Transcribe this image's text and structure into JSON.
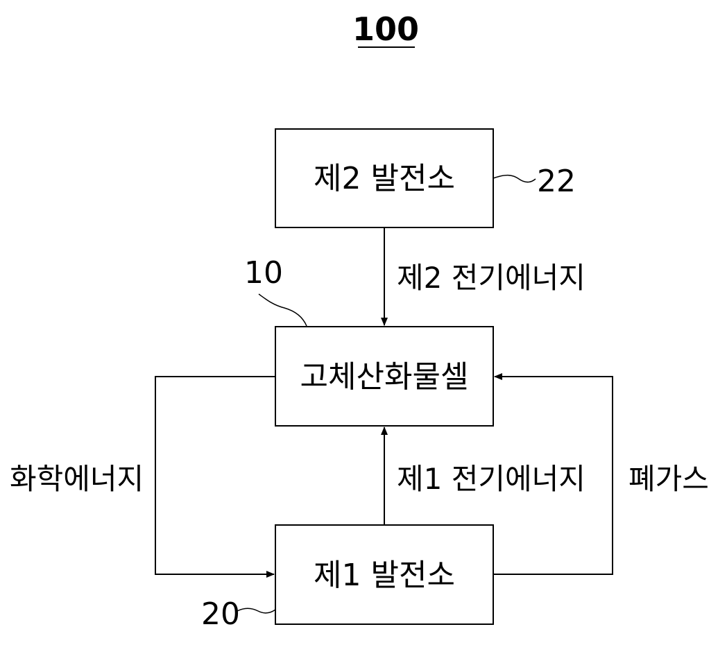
{
  "figure": {
    "number": "100"
  },
  "nodes": {
    "second_plant": {
      "label": "제2 발전소",
      "ref": "22"
    },
    "sofc": {
      "label": "고체산화물셀",
      "ref": "10"
    },
    "first_plant": {
      "label": "제1 발전소",
      "ref": "20"
    }
  },
  "edges": {
    "second_electric": "제2 전기에너지",
    "first_electric": "제1 전기에너지",
    "chemical": "화학에너지",
    "exhaust": "폐가스"
  },
  "colors": {
    "stroke": "#000000",
    "background": "#ffffff"
  }
}
